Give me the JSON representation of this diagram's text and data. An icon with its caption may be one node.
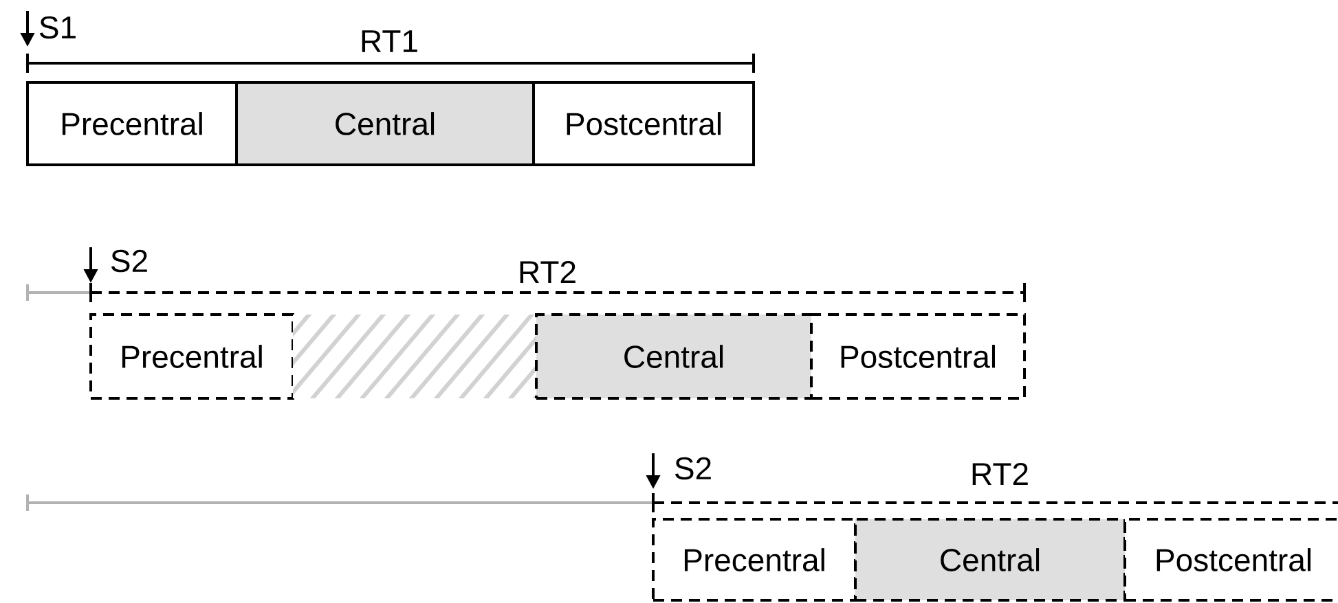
{
  "diagram": {
    "nodes": [
      {
        "text": [
          "Precentral"
        ]
      },
      {
        "text": [
          "Central"
        ]
      },
      {
        "text": [
          "Postcentral"
        ]
      },
      {
        "text": [
          "Precentral"
        ]
      },
      {
        "text": [],
        "shape": "box"
      },
      {
        "text": [
          "Central"
        ]
      },
      {
        "text": [
          "Postcentral"
        ]
      },
      {
        "text": [
          "Precentral"
        ]
      },
      {
        "text": [
          "Central"
        ]
      },
      {
        "text": [
          "Postcentral"
        ]
      }
    ],
    "labels": [
      "S1",
      "RT1",
      "S2",
      "RT2",
      "S2",
      "RT2"
    ]
  }
}
